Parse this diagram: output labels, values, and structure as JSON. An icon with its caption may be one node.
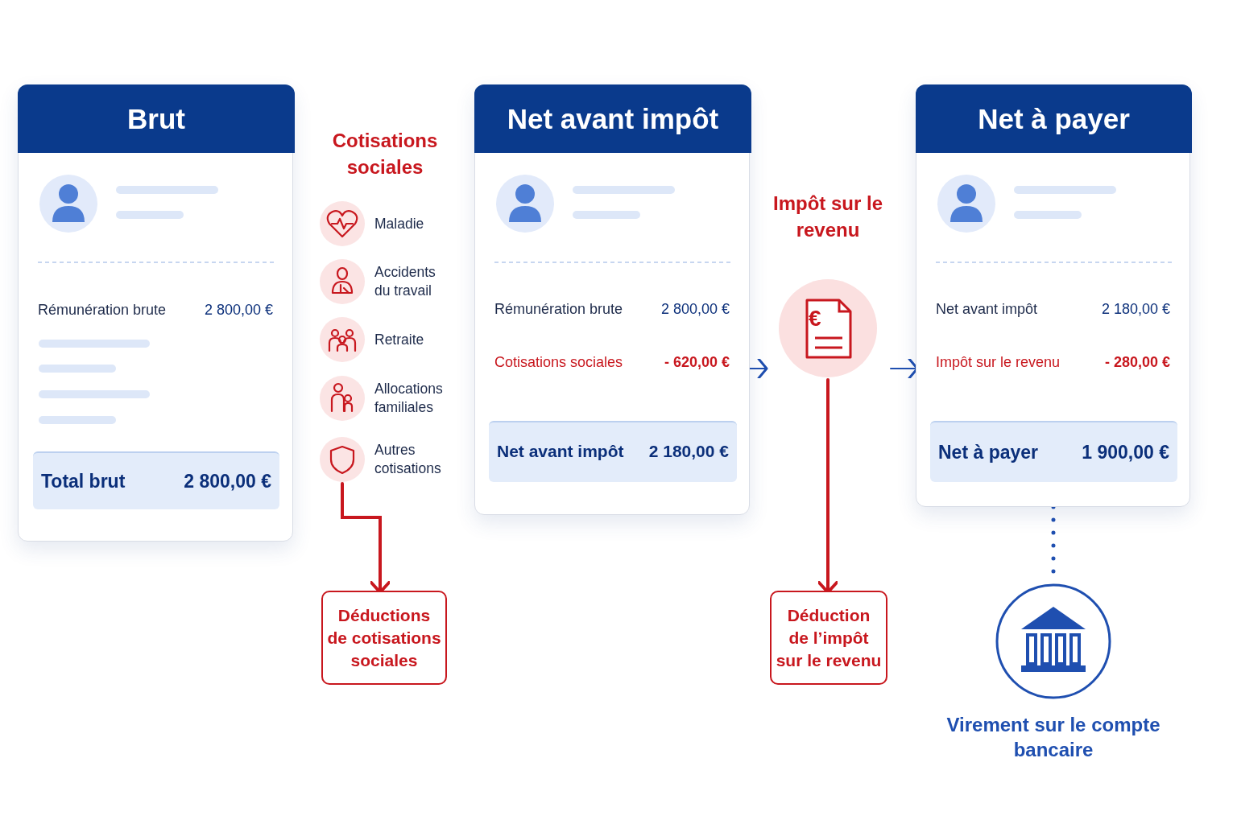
{
  "diagram": {
    "nodes": [
      {
        "text": [
          "Brut",
          "Rémunération brute",
          "2 800,00 €"
        ]
      },
      {
        "text": [
          "Total brut",
          "2 800,00 €"
        ],
        "in": 0
      },
      {
        "text": [
          "Maladie"
        ]
      },
      {
        "text": [
          "Accidents du travail"
        ]
      },
      {
        "text": [
          "Retraite"
        ]
      },
      {
        "text": [
          "Allocations familiales"
        ]
      },
      {
        "text": [
          "Autres cotisations"
        ]
      },
      {
        "text": [
          "Net avant impôt",
          "Rémunération brute",
          "2 800,00 €",
          "Cotisations sociales",
          "- 620,00 €"
        ]
      },
      {
        "text": [
          "Net avant impôt",
          "2 180,00 €"
        ],
        "in": 7
      },
      {
        "text": [
          "Impôt sur le revenu"
        ]
      },
      {
        "text": [
          "Net à payer",
          "Net avant impôt",
          "2 180,00 €",
          "Impôt sur le revenu",
          "- 280,00 €"
        ]
      },
      {
        "text": [
          "Net à payer",
          "1 900,00 €"
        ],
        "in": 10
      },
      {
        "text": [
          "Déductions de cotisations sociales"
        ]
      },
      {
        "text": [
          "Déduction de l’impôt sur le revenu"
        ]
      },
      {
        "text": [
          "Virement sur le compte bancaire"
        ]
      }
    ],
    "edges": [
      {
        "from": 6,
        "to": 12,
        "arrow": "to",
        "color": "#c8171e"
      },
      {
        "from": 7,
        "to": 9,
        "arrow": "to",
        "color": "#1f4fb0"
      },
      {
        "from": 9,
        "to": 10,
        "arrow": "to",
        "color": "#1f4fb0"
      },
      {
        "from": 9,
        "to": 13,
        "arrow": "to",
        "color": "#c8171e"
      },
      {
        "from": 10,
        "to": 14,
        "arrow": "none",
        "style": "dashed",
        "color": "#1f4fb0"
      }
    ],
    "labels": [
      "Cotisations sociales",
      "€"
    ]
  }
}
